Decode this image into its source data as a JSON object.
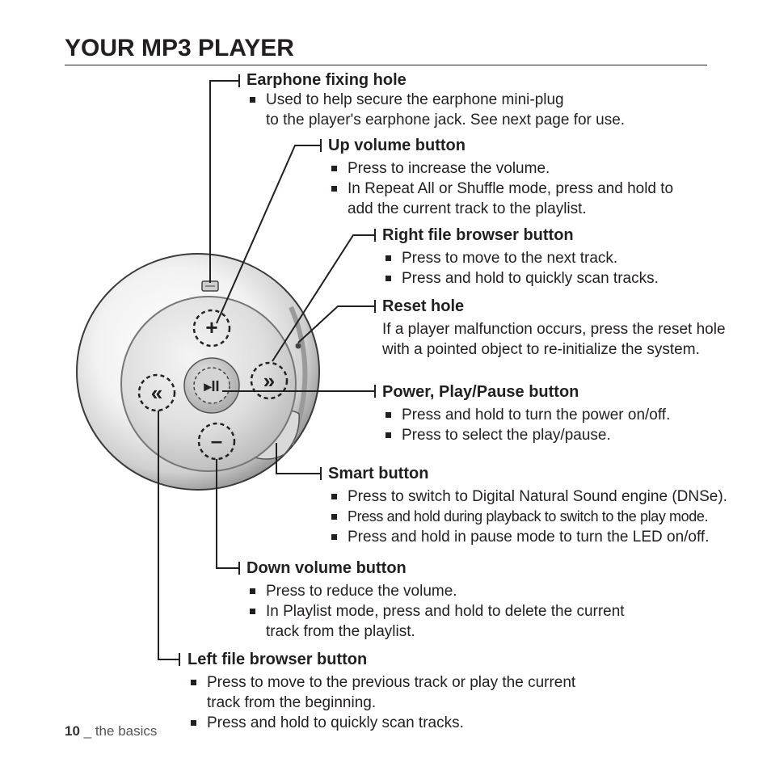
{
  "page": {
    "title": "YOUR MP3 PLAYER",
    "footer_number": "10",
    "footer_text": "_ the basics"
  },
  "callouts": {
    "earphone_fixing_hole": {
      "heading": "Earphone fixing hole",
      "bullets": [
        "Used to help secure the earphone mini-plug"
      ],
      "continuation": "to the player's earphone jack. See next page for use."
    },
    "up_volume": {
      "heading": "Up volume button",
      "bullets": [
        "Press to increase the volume.",
        "In Repeat All or Shuffle mode, press and hold to"
      ],
      "continuation": "add the current track to the playlist."
    },
    "right_file_browser": {
      "heading": "Right file browser button",
      "bullets": [
        "Press to move to the next track.",
        "Press and hold to quickly scan tracks."
      ]
    },
    "reset_hole": {
      "heading": "Reset hole",
      "lines": [
        "If a player malfunction occurs, press the reset hole",
        "with a pointed object to re-initialize the system."
      ]
    },
    "power_play_pause": {
      "heading": "Power, Play/Pause button",
      "bullets": [
        "Press and hold to turn the power on/off.",
        "Press to select the play/pause."
      ]
    },
    "smart": {
      "heading": "Smart button",
      "bullets": [
        "Press to switch to Digital Natural Sound engine (DNSe).",
        "Press and hold during playback to switch to the play mode.",
        "Press and hold in pause mode to turn the LED on/off."
      ]
    },
    "down_volume": {
      "heading": "Down volume button",
      "bullets": [
        "Press to reduce the volume.",
        "In Playlist mode, press and hold to delete the current"
      ],
      "continuation": "track from the playlist."
    },
    "left_file_browser": {
      "heading": "Left file browser button",
      "bullets": [
        "Press to move to the previous track or play the current"
      ],
      "continuation": "track from the beginning.",
      "bullets2": [
        "Press and hold to quickly scan tracks."
      ]
    }
  },
  "device": {
    "glyphs": {
      "up": "+",
      "down": "–",
      "right": "»",
      "left": "«",
      "play": "▸II"
    }
  }
}
